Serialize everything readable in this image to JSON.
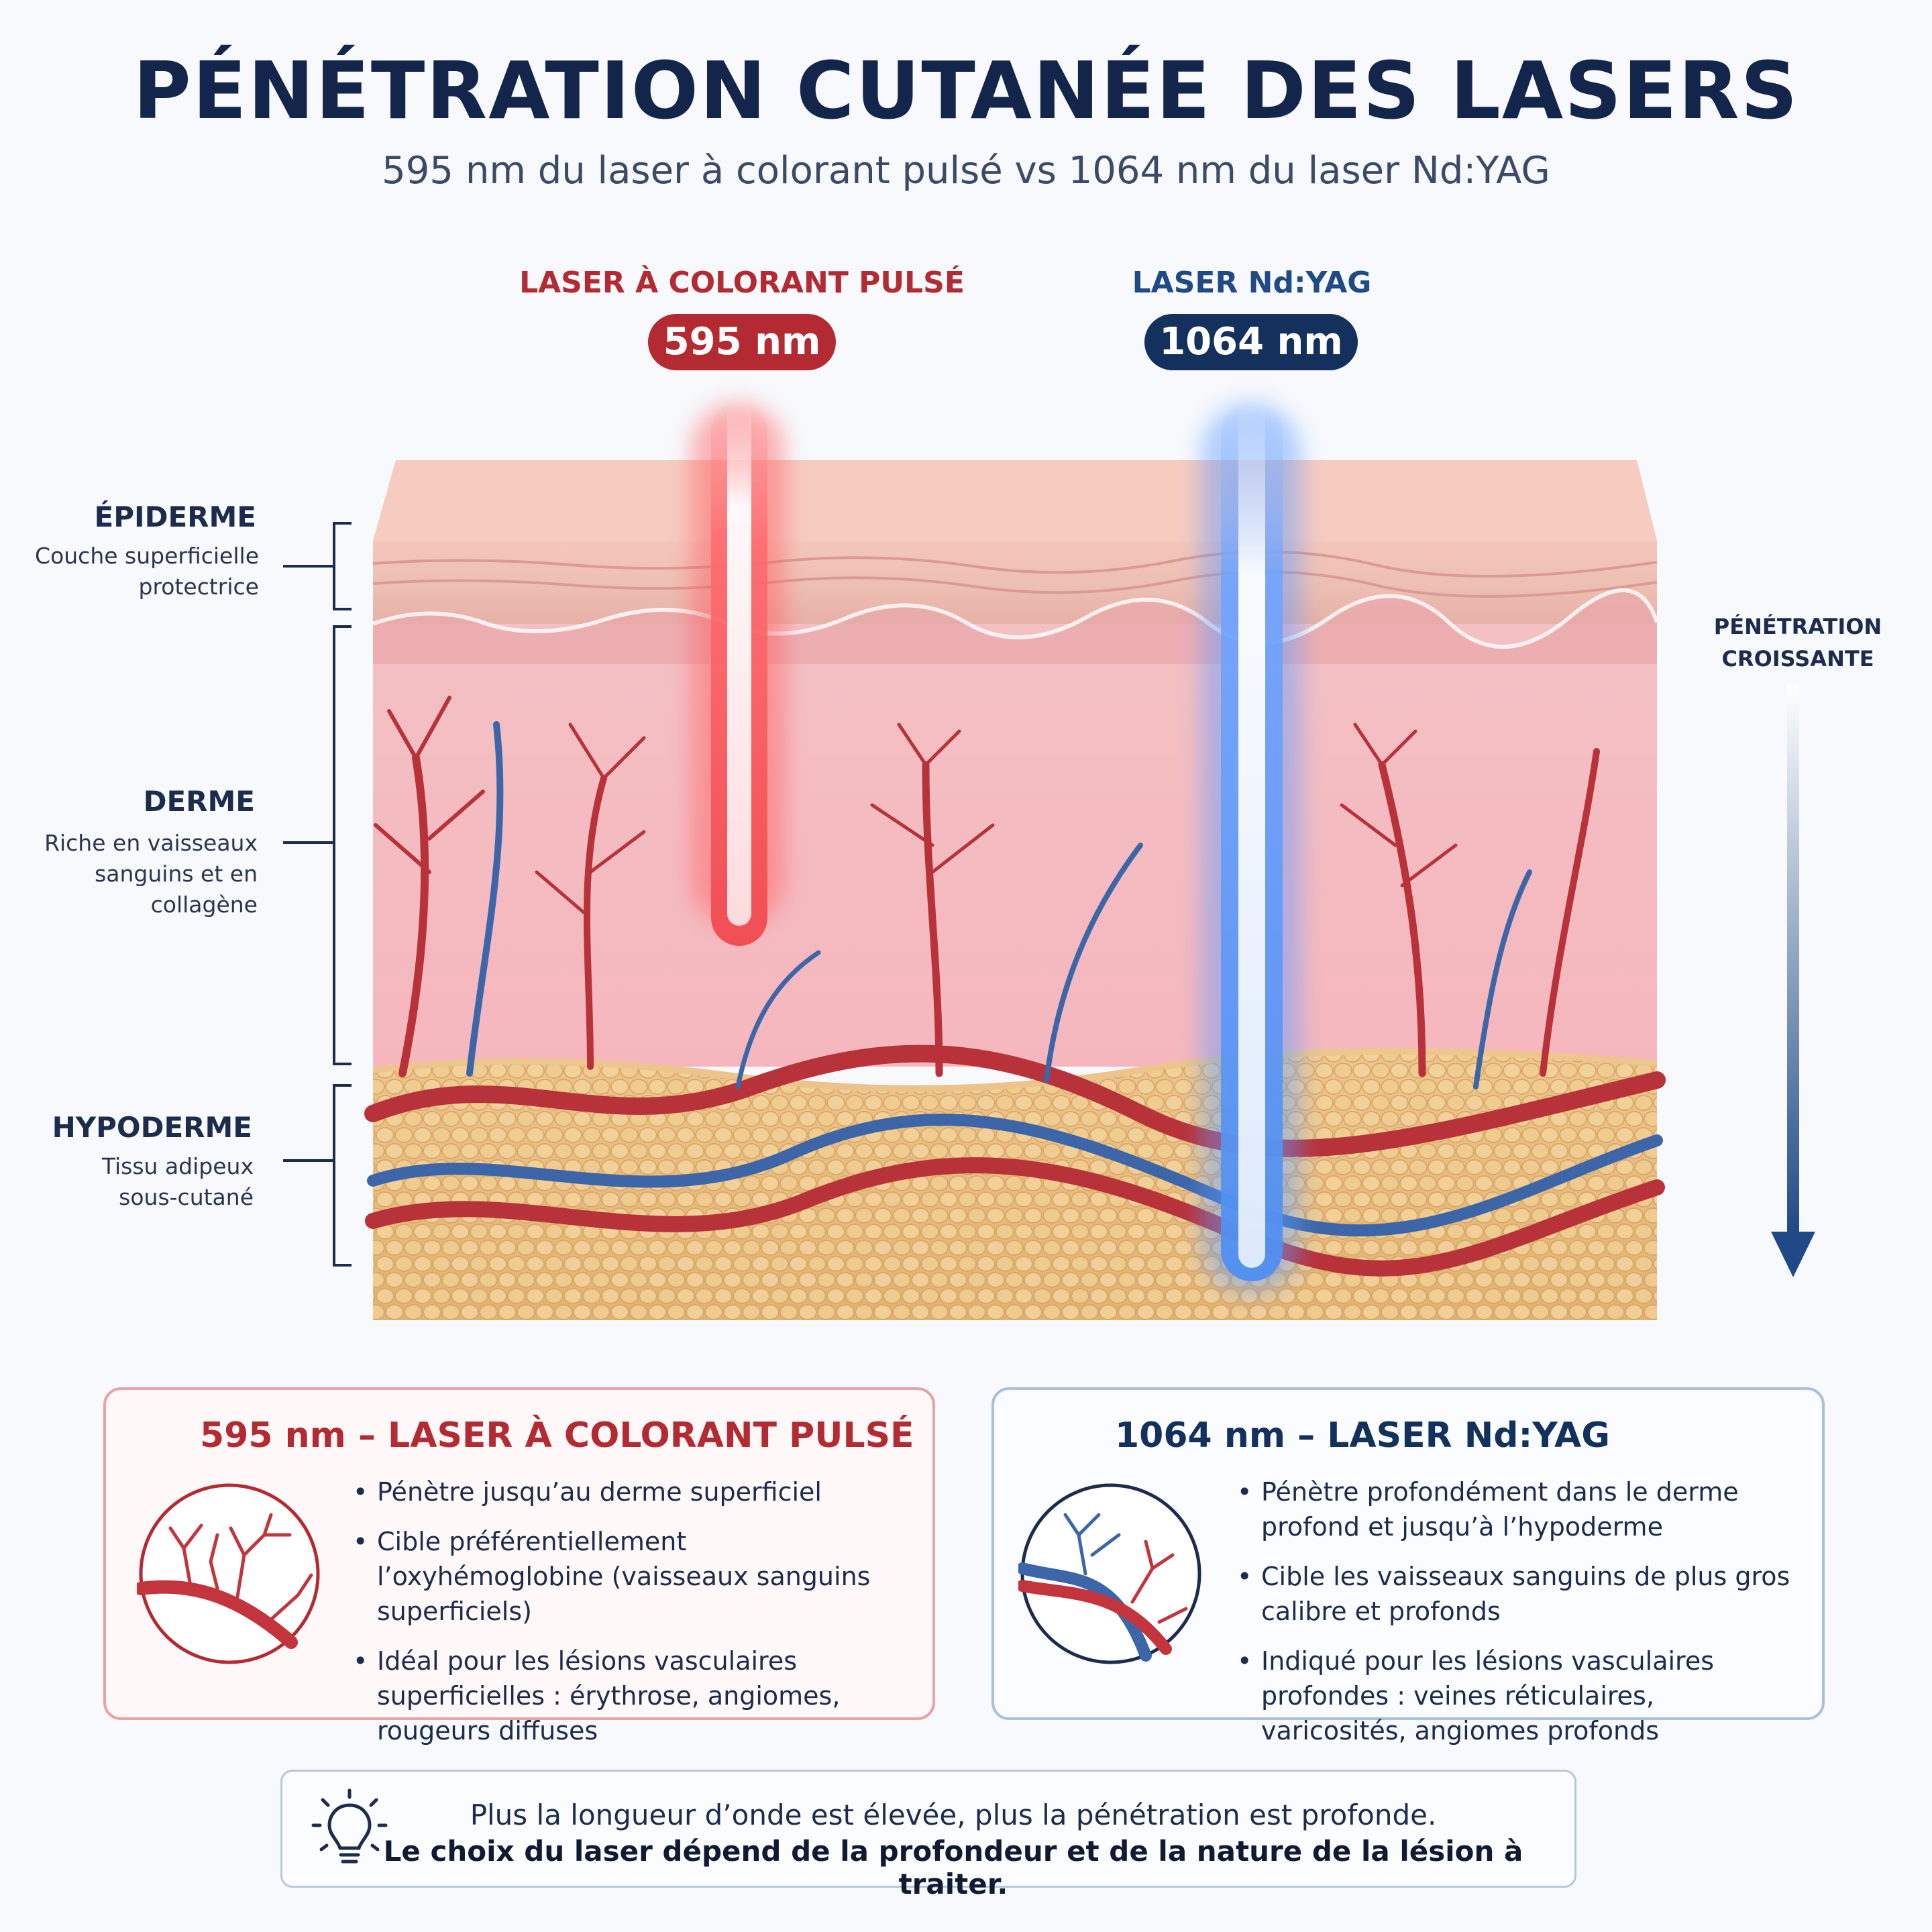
{
  "header": {
    "title": "PÉNÉTRATION CUTANÉE DES LASERS",
    "subtitle": "595 nm du laser à colorant pulsé vs 1064 nm du laser Nd:YAG"
  },
  "lasers": {
    "pdl": {
      "label": "LASER À COLORANT PULSÉ",
      "wavelength": "595 nm",
      "color": "#b42a32"
    },
    "ndyag": {
      "label": "LASER Nd:YAG",
      "wavelength": "1064 nm",
      "color": "#13315c"
    }
  },
  "layers": {
    "epiderme": {
      "title": "ÉPIDERME",
      "desc1": "Couche superficielle",
      "desc2": "protectrice"
    },
    "derme": {
      "title": "DERME",
      "desc1": "Riche en vaisseaux",
      "desc2": "sanguins et en",
      "desc3": "collagène"
    },
    "hypoderme": {
      "title": "HYPODERME",
      "desc1": "Tissu adipeux",
      "desc2": "sous-cutané"
    }
  },
  "penetration": {
    "line1": "PÉNÉTRATION",
    "line2": "CROISSANTE"
  },
  "cards": {
    "pdl": {
      "title": "595 nm – LASER À COLORANT PULSÉ",
      "bullets": [
        "Pénètre jusqu’au derme superficiel",
        "Cible préférentiellement l’oxyhémoglobine (vaisseaux sanguins superficiels)",
        "Idéal pour les lésions vasculaires superficielles : érythrose, angiomes, rougeurs diffuses"
      ]
    },
    "ndyag": {
      "title": "1064 nm – LASER Nd:YAG",
      "bullets": [
        "Pénètre profondément dans le derme profond et jusqu’à l’hypoderme",
        "Cible les vaisseaux sanguins de plus gros calibre et profonds",
        "Indiqué pour les lésions vasculaires profondes : veines réticulaires, varicosités, angiomes profonds"
      ]
    }
  },
  "footer": {
    "line1": "Plus la longueur d’onde est élevée, plus la pénétration est profonde.",
    "line2": "Le choix du laser dépend de la profondeur et de la nature de la lésion à traiter."
  },
  "colors": {
    "navy": "#13254a",
    "red": "#b42a32",
    "blue_beam": "#4f8ff0",
    "red_beam": "#f04a4f",
    "vessel_red": "#b8323a",
    "vessel_blue": "#3d66a8"
  },
  "icons": {
    "bulb": "lightbulb-icon",
    "arrow": "arrow-down-icon"
  }
}
